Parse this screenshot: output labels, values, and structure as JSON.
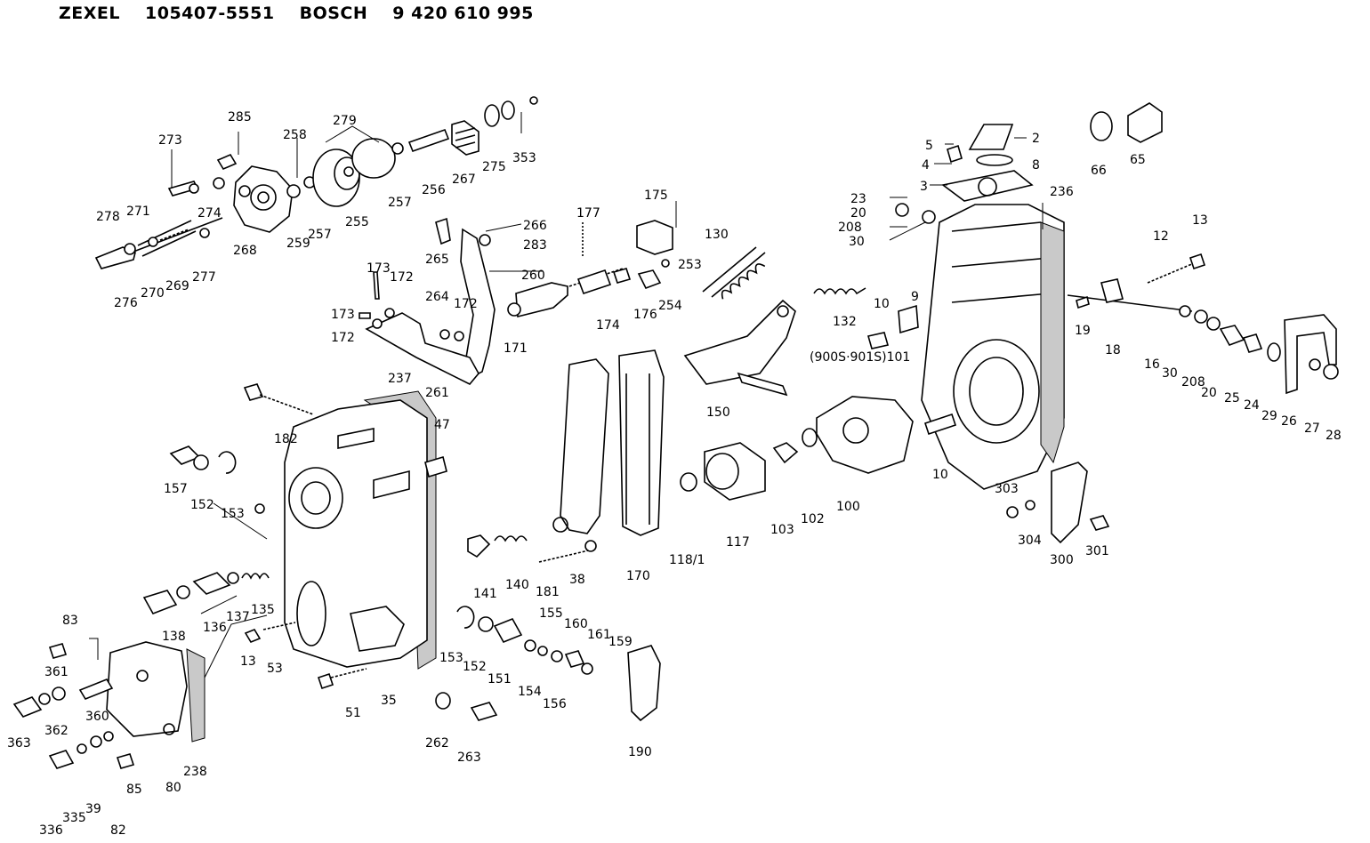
{
  "header": {
    "brand1": "ZEXEL",
    "code1": "105407-5551",
    "brand2": "BOSCH",
    "code2": "9 420 610 995"
  },
  "labels": {
    "l285": "285",
    "l273": "273",
    "l279": "279",
    "l258": "258",
    "l278": "278",
    "l271": "271",
    "l274": "274",
    "l268": "268",
    "l259": "259",
    "l257a": "257",
    "l255": "255",
    "l257b": "257",
    "l256": "256",
    "l267": "267",
    "l275": "275",
    "l353": "353",
    "l276": "276",
    "l270": "270",
    "l269": "269",
    "l277": "277",
    "l177": "177",
    "l175": "175",
    "l266": "266",
    "l283": "283",
    "l265": "265",
    "l260": "260",
    "l253": "253",
    "l130": "130",
    "l173a": "173",
    "l172a": "172",
    "l173b": "173",
    "l172b": "172",
    "l264": "264",
    "l172c": "172",
    "l171": "171",
    "l174": "174",
    "l176": "176",
    "l254": "254",
    "l261": "261",
    "l132": "132",
    "l150": "150",
    "l9005": "(900S·901S)101",
    "l5": "5",
    "l2": "2",
    "l4": "4",
    "l8": "8",
    "l3": "3",
    "l236": "236",
    "l23": "23",
    "l20a": "20",
    "l208a": "208",
    "l30a": "30",
    "l66": "66",
    "l65": "65",
    "l12": "12",
    "l13a": "13",
    "l10a": "10",
    "l9": "9",
    "l19": "19",
    "l18": "18",
    "l16": "16",
    "l30b": "30",
    "l208b": "208",
    "l20b": "20",
    "l25": "25",
    "l24": "24",
    "l29": "29",
    "l26": "26",
    "l27": "27",
    "l28": "28",
    "l10b": "10",
    "l237": "237",
    "l182": "182",
    "l47": "47",
    "l157": "157",
    "l152a": "152",
    "l153a": "153",
    "l117": "117",
    "l118": "118/1",
    "l103": "103",
    "l102": "102",
    "l100": "100",
    "l303": "303",
    "l304": "304",
    "l300": "300",
    "l301": "301",
    "l141": "141",
    "l140": "140",
    "l181": "181",
    "l38": "38",
    "l170": "170",
    "l138": "138",
    "l136": "136",
    "l137": "137",
    "l135": "135",
    "l13b": "13",
    "l53": "53",
    "l83": "83",
    "l361": "361",
    "l360": "360",
    "l362": "362",
    "l363": "363",
    "l80": "80",
    "l238": "238",
    "l85": "85",
    "l82": "82",
    "l336": "336",
    "l335": "335",
    "l39": "39",
    "l51": "51",
    "l35": "35",
    "l153b": "153",
    "l152b": "152",
    "l151": "151",
    "l154": "154",
    "l155": "155",
    "l156": "156",
    "l160": "160",
    "l161": "161",
    "l159": "159",
    "l262": "262",
    "l263": "263",
    "l190": "190"
  }
}
